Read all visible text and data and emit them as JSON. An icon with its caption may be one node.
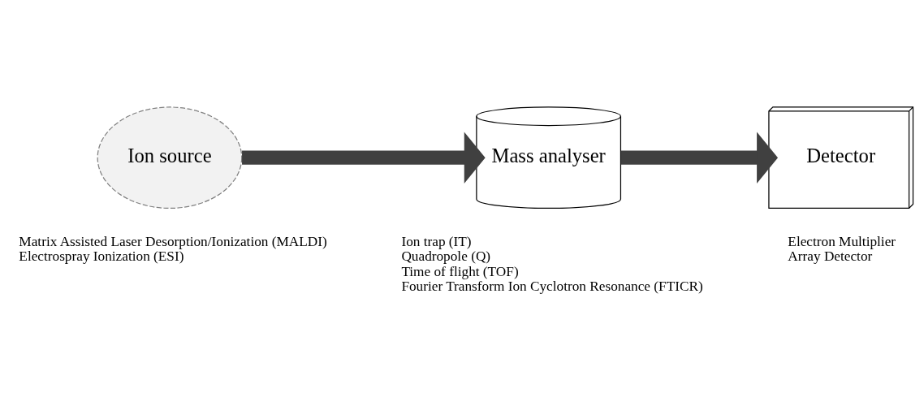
{
  "diagram": {
    "nodes": [
      {
        "text": [
          "Ion source"
        ],
        "beside": [
          "Matrix Assisted Laser Desorption/Ionization (MALDI)",
          "Electrospray Ionization (ESI)"
        ]
      },
      {
        "text": [
          "Mass analyser"
        ],
        "beside": [
          "Ion trap (IT)",
          "Quadropole (Q)",
          "Time of flight (TOF)",
          "Fourier Transform Ion Cyclotron Resonance (FTICR)"
        ]
      },
      {
        "text": [
          "Detector"
        ],
        "beside": [
          "Electron Multiplier",
          "Array Detector"
        ]
      }
    ],
    "edges": [
      {
        "from": 0,
        "to": 1,
        "arrow": "to"
      },
      {
        "from": 1,
        "to": 2,
        "arrow": "to"
      }
    ]
  }
}
